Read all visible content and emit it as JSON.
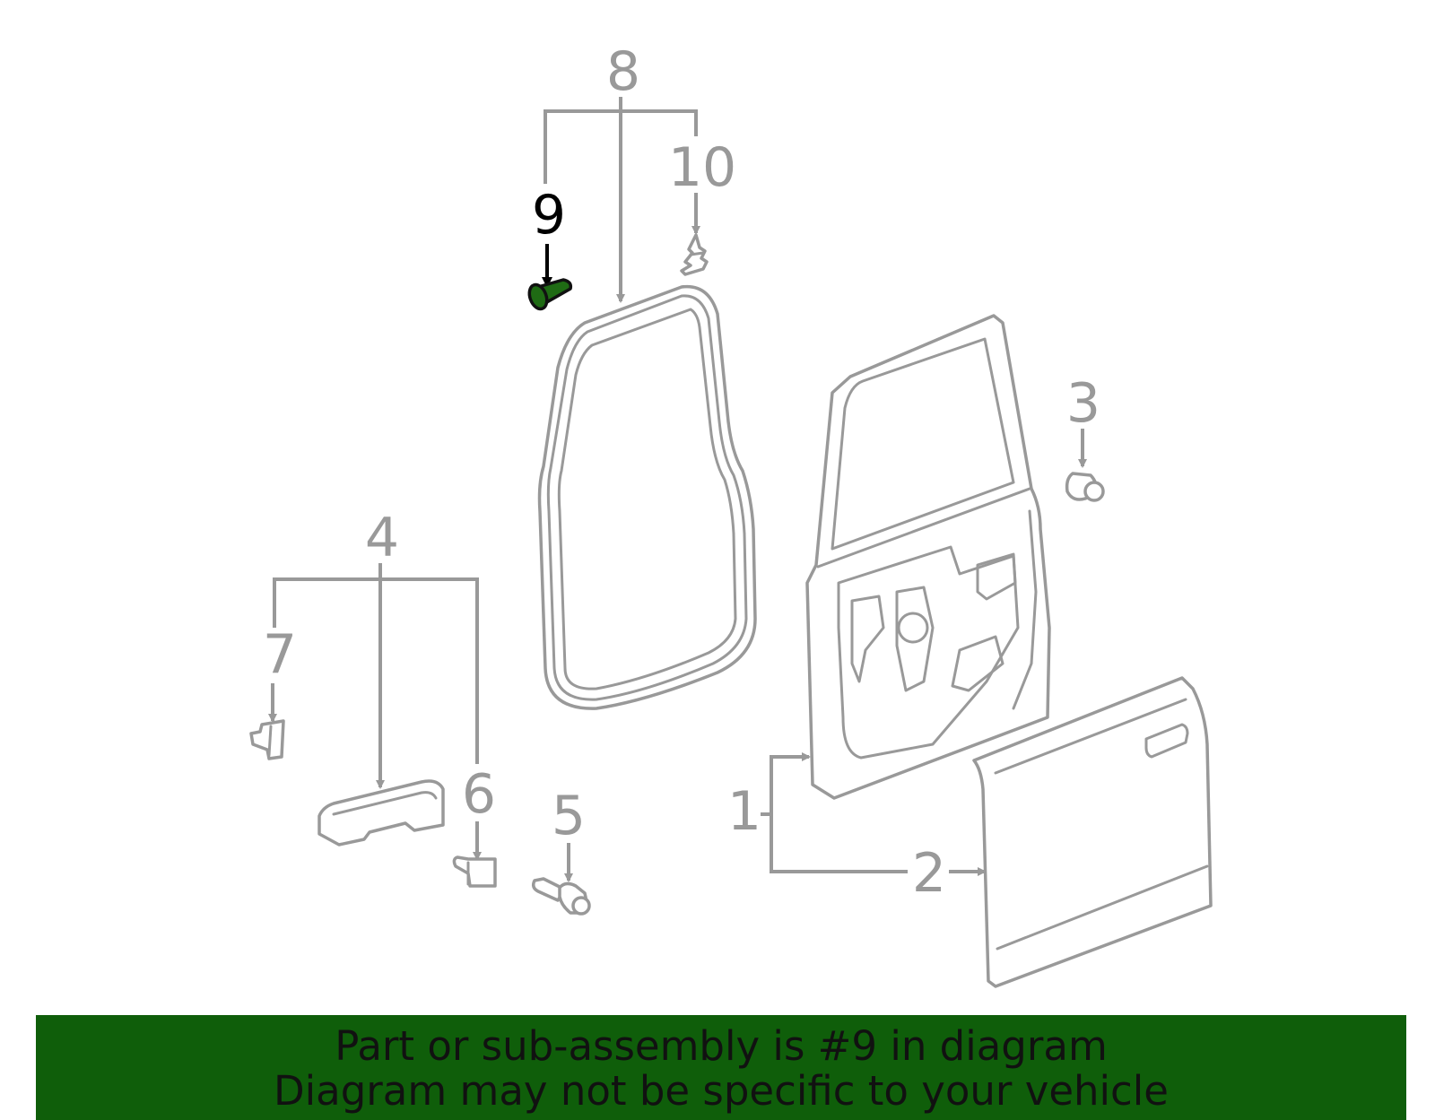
{
  "diagram": {
    "highlighted_part": "9",
    "callouts": {
      "c1": "1",
      "c2": "2",
      "c3": "3",
      "c4": "4",
      "c5": "5",
      "c6": "6",
      "c7": "7",
      "c8": "8",
      "c9": "9",
      "c10": "10"
    },
    "colors": {
      "highlight_fill": "#1f6b14",
      "line_gray": "#999999",
      "banner_green": "#0f5e0a"
    }
  },
  "banner": {
    "line1": "Part or sub-assembly is #9 in diagram",
    "line2": "Diagram may not be specific to your vehicle"
  }
}
